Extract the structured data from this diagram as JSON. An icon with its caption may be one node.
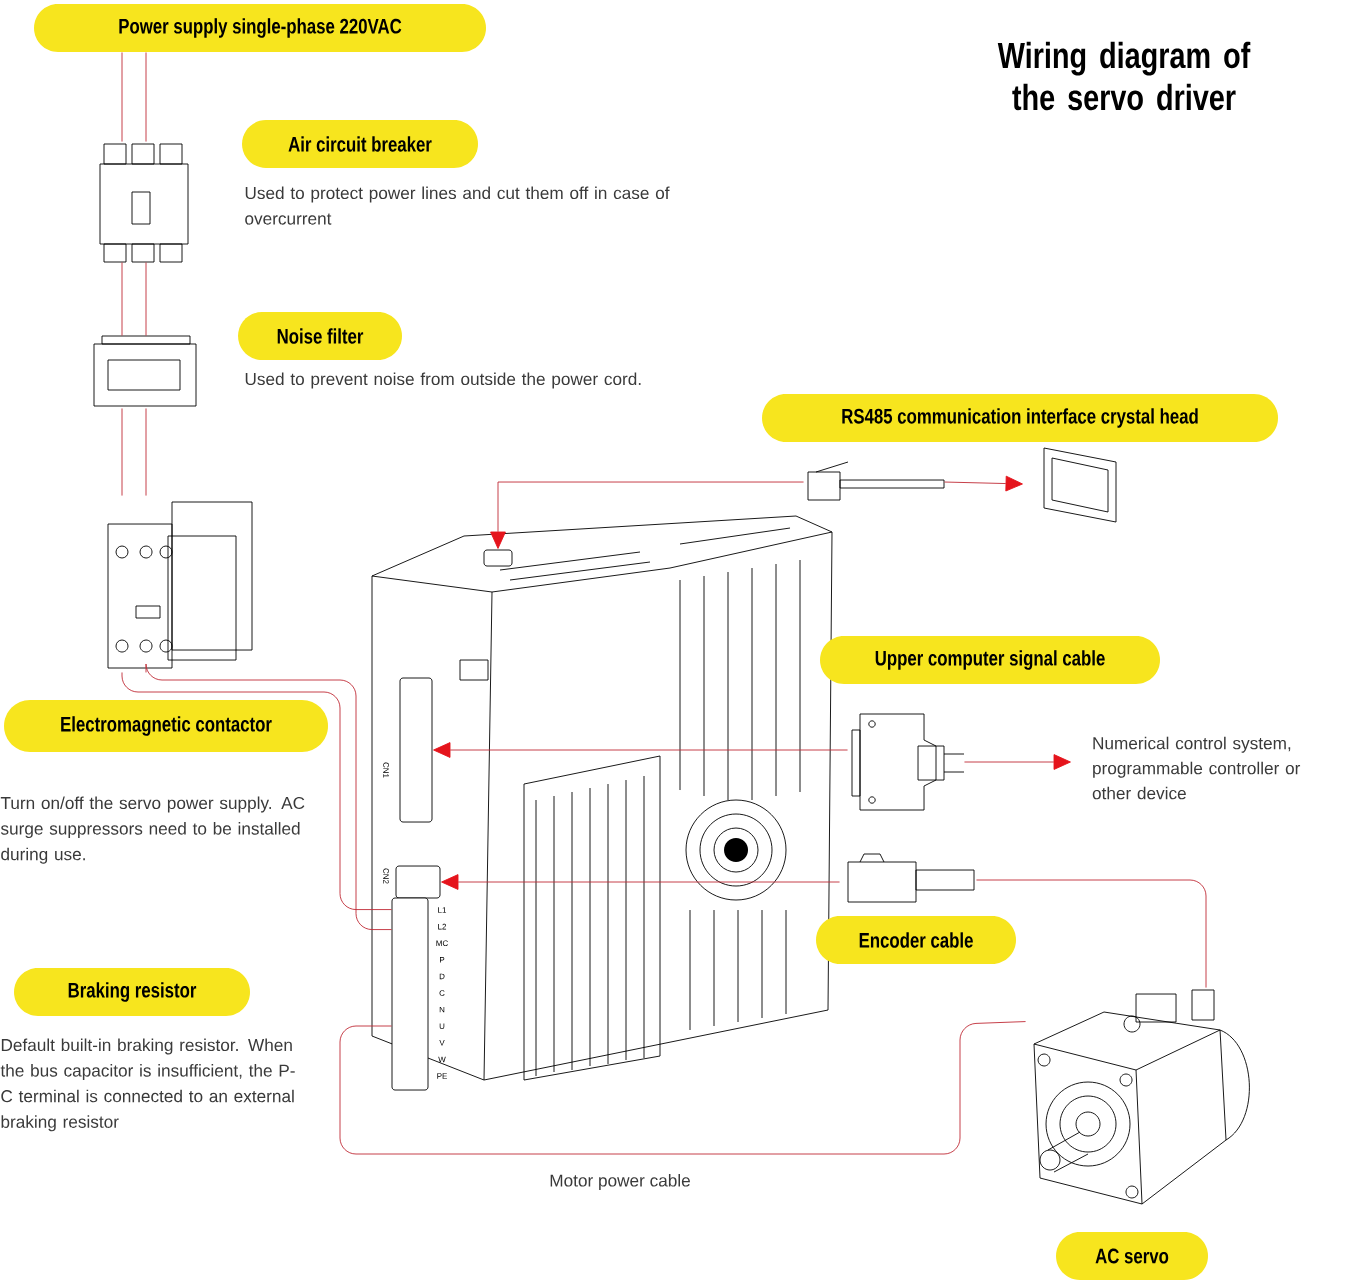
{
  "diagram": {
    "title": "Wiring diagram of the servo driver",
    "nodes": [
      {
        "text": [
          "Power supply single-phase 220VAC"
        ]
      },
      {
        "text": [],
        "shape": "picture"
      },
      {
        "text": [
          "Air circuit breaker"
        ],
        "beside": [
          "Used to protect power lines and cut them off in case of overcurrent"
        ]
      },
      {
        "text": [],
        "shape": "picture"
      },
      {
        "text": [
          "Noise filter"
        ],
        "beside": [
          "Used to prevent noise from outside the power cord."
        ]
      },
      {
        "text": [
          "RS485 communication interface crystal head"
        ]
      },
      {
        "text": [],
        "shape": "picture"
      },
      {
        "text": [],
        "shape": "picture"
      },
      {
        "text": [],
        "shape": "picture"
      },
      {
        "text": [],
        "shape": "picture"
      },
      {
        "text": [],
        "shape": "box",
        "in": 9
      },
      {
        "text": [],
        "shape": "box",
        "in": 9
      },
      {
        "text": [],
        "shape": "box",
        "in": 9
      },
      {
        "text": [],
        "shape": "box",
        "in": 9
      },
      {
        "text": [
          "Upper computer signal cable"
        ]
      },
      {
        "text": [],
        "shape": "picture"
      },
      {
        "text": [
          "Numerical control system, programmable controller or other device"
        ]
      },
      {
        "text": [
          "Electromagnetic contactor"
        ],
        "beside": [
          "Turn on/off the servo power supply. AC surge suppressors need to be installed during use."
        ]
      },
      {
        "text": [],
        "shape": "picture"
      },
      {
        "text": [
          "Encoder cable"
        ]
      },
      {
        "text": [
          "Braking resistor"
        ],
        "beside": [
          "Default built-in braking resistor. When the bus capacitor is insufficient, the P-C terminal is connected to an external braking resistor"
        ]
      },
      {
        "text": [],
        "shape": "picture"
      },
      {
        "text": [
          "AC servo"
        ]
      }
    ],
    "edges": [
      {
        "from": 0,
        "to": 1,
        "arrow": "none"
      },
      {
        "from": 1,
        "to": 3,
        "arrow": "none"
      },
      {
        "from": 3,
        "to": 8,
        "arrow": "none"
      },
      {
        "from": 8,
        "to": 13,
        "arrow": "none"
      },
      {
        "from": 6,
        "to": 10,
        "arrow": "to"
      },
      {
        "from": 6,
        "to": 7,
        "arrow": "to"
      },
      {
        "from": 15,
        "to": 11,
        "arrow": "to"
      },
      {
        "from": 15,
        "to": 16,
        "arrow": "to"
      },
      {
        "from": 18,
        "to": 12,
        "arrow": "to"
      },
      {
        "from": 18,
        "to": 21,
        "arrow": "none"
      },
      {
        "from": 13,
        "to": 21,
        "arrow": "none",
        "label": "Motor power cable"
      }
    ],
    "labels": [
      "L1",
      "L2",
      "MC",
      "P",
      "D",
      "C",
      "N",
      "U",
      "V",
      "W",
      "PE",
      "CN1",
      "CN2"
    ]
  }
}
